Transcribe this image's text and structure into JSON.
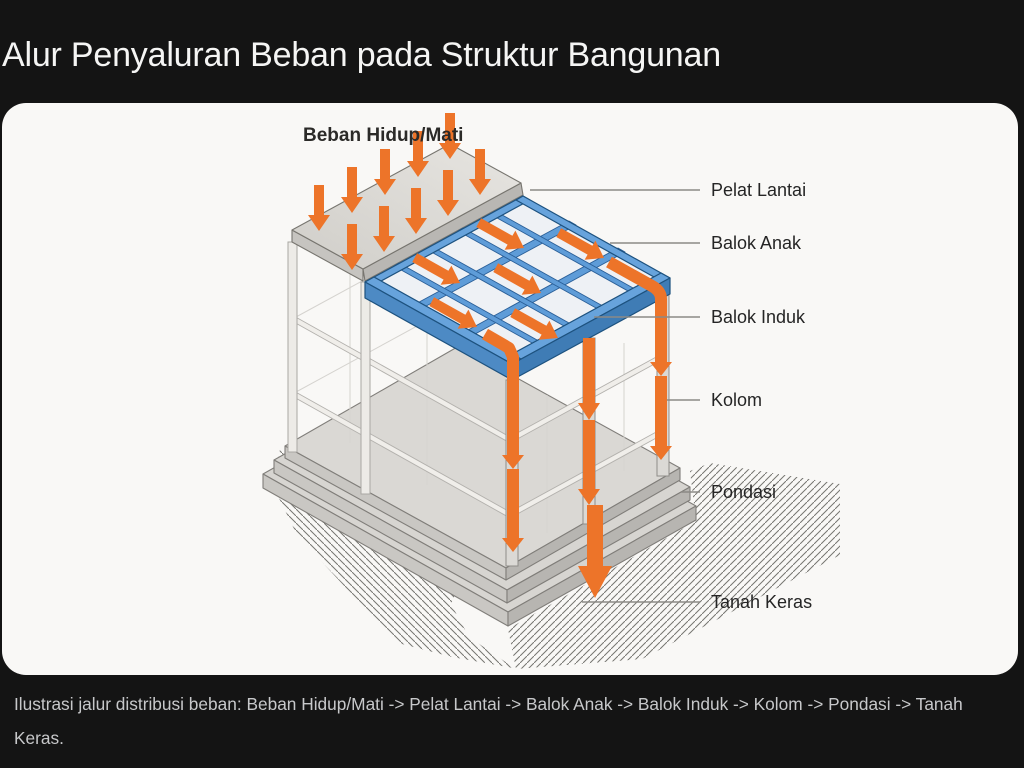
{
  "header": {
    "title": "Alur Penyaluran Beban pada Struktur Bangunan"
  },
  "diagram": {
    "top_label": "Beban Hidup/Mati",
    "callouts": [
      {
        "label": "Pelat Lantai"
      },
      {
        "label": "Balok Anak"
      },
      {
        "label": "Balok Induk"
      },
      {
        "label": "Kolom"
      },
      {
        "label": "Pondasi"
      },
      {
        "label": "Tanah Keras"
      }
    ]
  },
  "caption": {
    "text": "Ilustrasi jalur distribusi beban: Beban Hidup/Mati -> Pelat Lantai -> Balok Anak -> Balok Induk -> Kolom -> Pondasi -> Tanah Keras."
  },
  "colors": {
    "page_bg": "#141414",
    "panel_bg": "#F9F8F6",
    "accent_orange": "#ED7429",
    "beam_blue": "#5E9CD8",
    "beam_blue_dark": "#3F7CB5",
    "slab_gray": "#DBD9D5",
    "label_text": "#252525",
    "caption_text": "#C7C8CA"
  }
}
